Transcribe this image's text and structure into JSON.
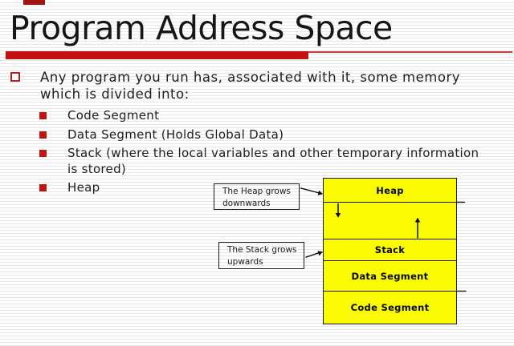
{
  "slide": {
    "title": "Program Address Space",
    "bullets": {
      "main": {
        "line1": "Any program you run has, associated with it, some memory",
        "line2": "which is divided into:"
      },
      "items": [
        {
          "line1": "Code Segment"
        },
        {
          "line1": "Data Segment (Holds Global Data)"
        },
        {
          "line1": "Stack (where the local variables and other temporary information",
          "line2": "is stored)"
        },
        {
          "line1": "Heap"
        }
      ]
    }
  },
  "diagram": {
    "segments": [
      {
        "label": "Heap"
      },
      {
        "label": ""
      },
      {
        "label": "Stack"
      },
      {
        "label": "Data Segment"
      },
      {
        "label": "Code Segment"
      }
    ],
    "callouts": [
      {
        "line1": "The Heap grows",
        "line2": "downwards"
      },
      {
        "line1": "The Stack grows",
        "line2": "upwards"
      }
    ],
    "icons": {
      "heap_growth": "down-arrow",
      "stack_growth": "up-arrow",
      "callout_pointers": "right-arrow"
    }
  },
  "colors": {
    "accent_red_bar": "#c31111",
    "accent_red_thin_line": "#c64040",
    "bullet_red": "#c21313",
    "corner_mark_red": "#a11212",
    "diagram_fill_yellow": "#fbfb03",
    "diagram_border": "#161616",
    "text": "#202020",
    "background_stripe": "#e8e8e8"
  }
}
